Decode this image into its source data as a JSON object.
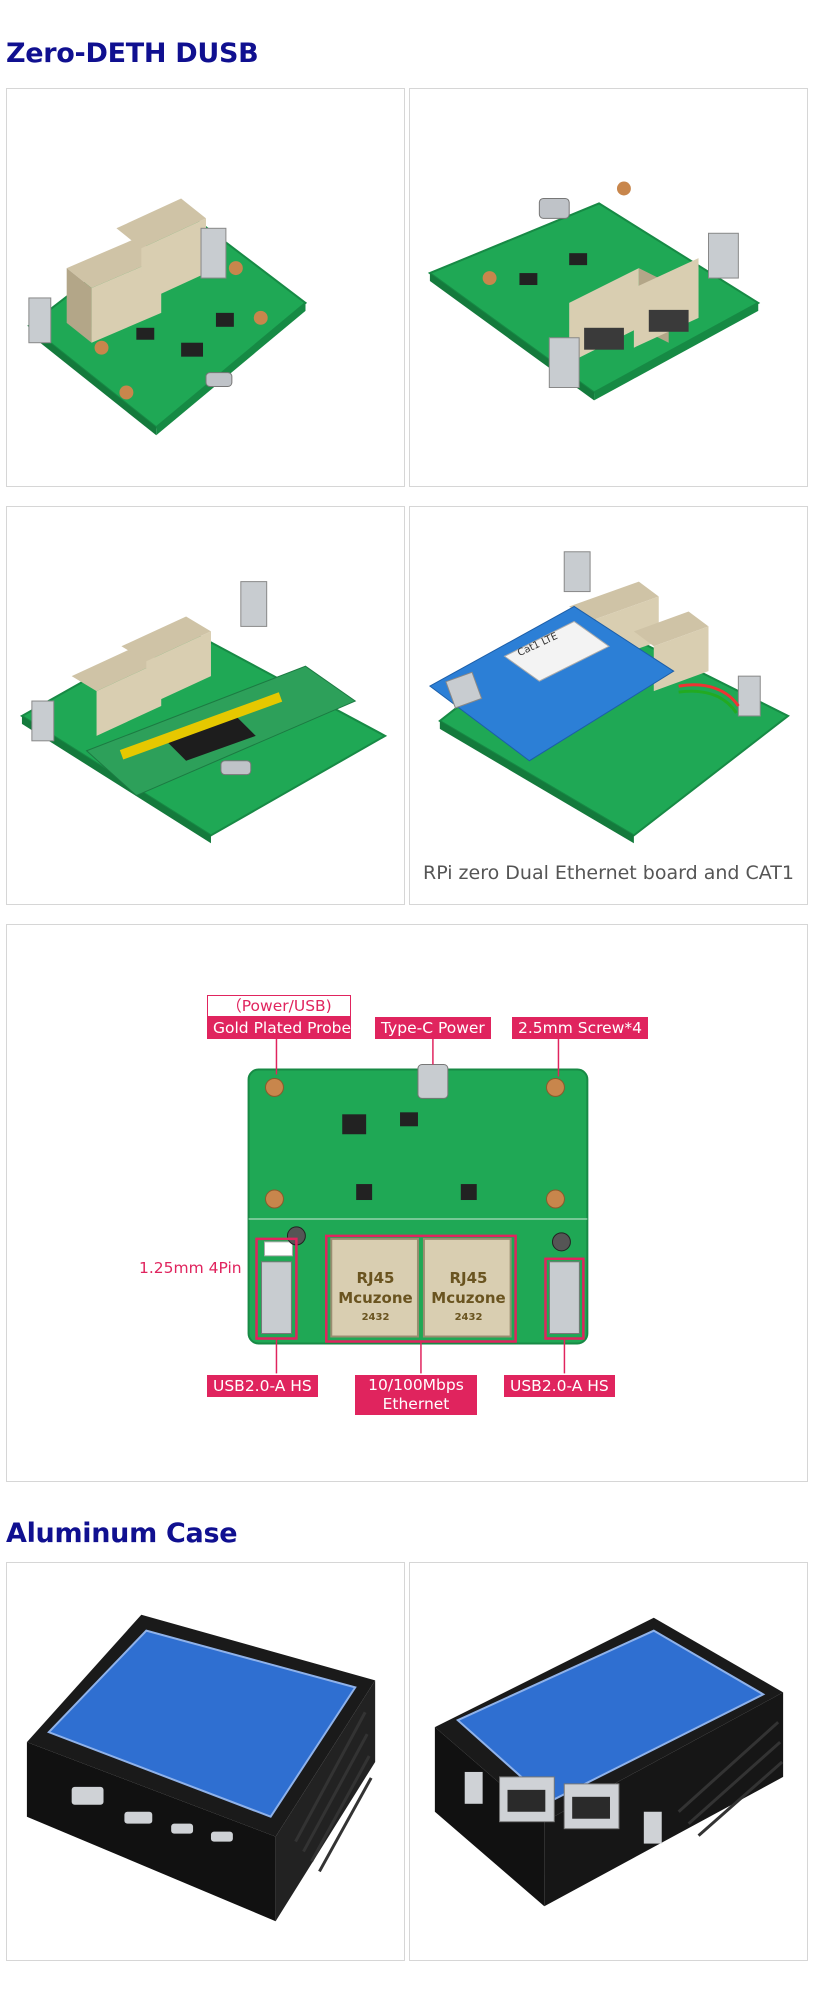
{
  "sections": {
    "board_title": "Zero-DETH DUSB",
    "case_title": "Aluminum Case"
  },
  "photos": {
    "caption_cat1": "RPi zero Dual Ethernet board and CAT1"
  },
  "diagram": {
    "power_usb": "（Power/USB)",
    "gold_probe": "Gold Plated Probe",
    "typec_power": "Type-C Power",
    "screw": "2.5mm Screw*4",
    "pin": "1.25mm 4Pin",
    "usb_left": "USB2.0-A HS",
    "usb_right": "USB2.0-A HS",
    "ethernet": "10/100Mbps Ethernet",
    "rj45": "RJ45",
    "brand": "Mcuzone",
    "code": "2432"
  },
  "colors": {
    "title": "#101090",
    "label": "#e0245e",
    "pcb": "#1fa855"
  }
}
